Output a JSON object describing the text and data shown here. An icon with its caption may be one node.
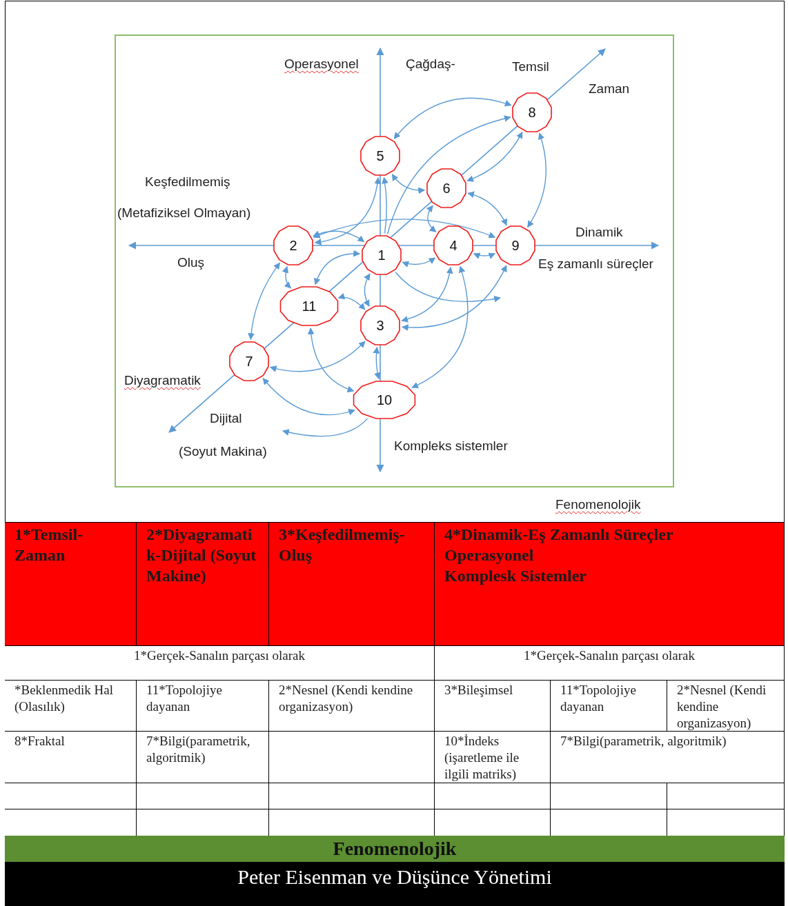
{
  "diagram": {
    "caption": "Peter Eisenman ve Düşünce Yönetimi",
    "nodes": [
      {
        "text": [
          "8"
        ]
      },
      {
        "text": [
          "5"
        ]
      },
      {
        "text": [
          "6"
        ]
      },
      {
        "text": [
          "2"
        ]
      },
      {
        "text": [
          "1"
        ]
      },
      {
        "text": [
          "4"
        ]
      },
      {
        "text": [
          "9"
        ]
      },
      {
        "text": [
          "11"
        ]
      },
      {
        "text": [
          "3"
        ]
      },
      {
        "text": [
          "7"
        ]
      },
      {
        "text": [
          "10"
        ]
      }
    ],
    "edges": [
      {
        "from": 1,
        "to": 0,
        "arrow": "both"
      },
      {
        "from": 1,
        "to": 2,
        "arrow": "both"
      },
      {
        "from": 2,
        "to": 0,
        "arrow": "both"
      },
      {
        "from": 0,
        "to": 6,
        "arrow": "both"
      },
      {
        "from": 2,
        "to": 5,
        "arrow": "both"
      },
      {
        "from": 2,
        "to": 6,
        "arrow": "both"
      },
      {
        "from": 3,
        "to": 1,
        "arrow": "both"
      },
      {
        "from": 4,
        "to": 1,
        "arrow": "to"
      },
      {
        "from": 3,
        "to": 4,
        "arrow": "both"
      },
      {
        "from": 4,
        "to": 5,
        "arrow": "both"
      },
      {
        "from": 5,
        "to": 6,
        "arrow": "both"
      },
      {
        "from": 3,
        "to": 7,
        "arrow": "both"
      },
      {
        "from": 3,
        "to": 9,
        "arrow": "both"
      },
      {
        "from": 7,
        "to": 4,
        "arrow": "both"
      },
      {
        "from": 7,
        "to": 8,
        "arrow": "both"
      },
      {
        "from": 8,
        "to": 10,
        "arrow": "both"
      },
      {
        "from": 9,
        "to": 8,
        "arrow": "both"
      },
      {
        "from": 9,
        "to": 10,
        "arrow": "both"
      },
      {
        "from": 7,
        "to": 10,
        "arrow": "both"
      },
      {
        "from": 5,
        "to": 10,
        "arrow": "both"
      },
      {
        "from": 5,
        "to": 8,
        "arrow": "both"
      },
      {
        "from": 4,
        "to": 8,
        "arrow": "both"
      },
      {
        "from": 6,
        "to": 8,
        "arrow": "both"
      },
      {
        "from": 4,
        "to": 0,
        "arrow": "to"
      },
      {
        "from": 4,
        "to": null,
        "arrow": "to"
      },
      {
        "from": 10,
        "to": null,
        "arrow": "to"
      },
      {
        "from": 3,
        "to": 6,
        "arrow": "both"
      }
    ],
    "labels": [
      "Operasyonel",
      "Çağdaş-",
      "Temsil",
      "Zaman",
      "Keşfedilmemiş",
      "(Metafiziksel Olmayan)",
      "Dinamik",
      "Oluş",
      "Eş zamanlı süreçler",
      "Diyagramatik",
      "Dijital",
      "(Soyut Makina)",
      "Kompleks sistemler",
      "Fenomenolojik",
      "1*Temsil-Zaman",
      "2*Diyagramatik-Dijital (Soyut Makine)",
      "3*Keşfedilmemiş-Oluş",
      "4*Dinamik-Eş Zamanlı Süreçler",
      "Operasyonel",
      "Komplesk Sistemler",
      "1*Gerçek-Sanalın parçası olarak",
      "1*Gerçek-Sanalın parçası olarak",
      "*Beklenmedik Hal (Olasılık)",
      "11*Topolojiye dayanan",
      "2*Nesnel (Kendi kendine organizasyon)",
      "3*Bileşimsel",
      "11*Topolojiye dayanan",
      "2*Nesnel (Kendi kendine organizasyon)",
      "8*Fraktal",
      "7*Bilgi(parametrik, algoritmik)",
      "10*İndeks (işaretleme ile ilgili matriks)",
      "7*Bilgi(parametrik, algoritmik)",
      "Fenomenolojik"
    ]
  }
}
